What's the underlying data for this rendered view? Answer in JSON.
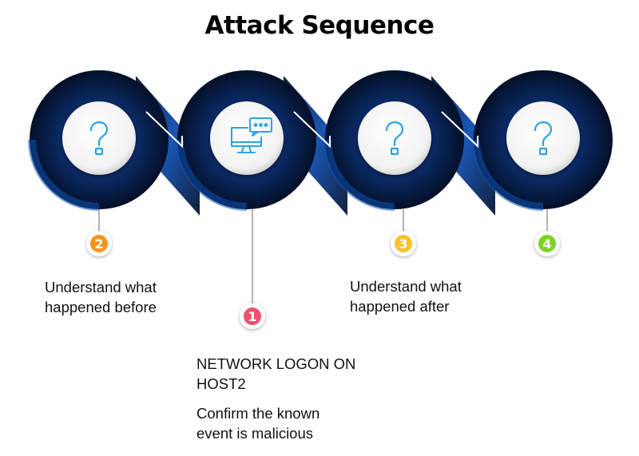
{
  "title": "Attack Sequence",
  "steps": [
    {
      "number": "2",
      "color": "#f7931e",
      "icon": "question-icon",
      "text": "Understand what happened before"
    },
    {
      "number": "1",
      "color": "#f0506e",
      "icon": "computer-chat-icon",
      "title": "NETWORK LOGON ON HOST2",
      "text": "Confirm the known event is malicious"
    },
    {
      "number": "3",
      "color": "#fbc02d",
      "icon": "question-icon",
      "text": "Understand what happened after"
    },
    {
      "number": "4",
      "color": "#7ed321",
      "icon": "question-icon",
      "text": ""
    }
  ],
  "colors": {
    "ring_dark": "#061833",
    "ring_blue": "#0d47a1",
    "accent": "#2aa3e0"
  }
}
